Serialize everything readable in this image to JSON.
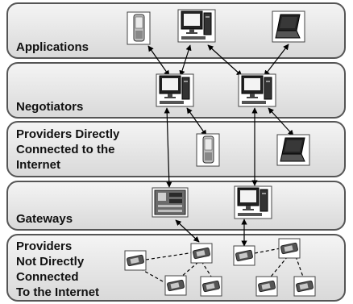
{
  "layers": [
    {
      "id": "applications",
      "label": "Applications"
    },
    {
      "id": "negotiators",
      "label": "Negotiators"
    },
    {
      "id": "direct_providers",
      "label": "Providers Directly\nConnected to the\nInternet"
    },
    {
      "id": "gateways",
      "label": "Gateways"
    },
    {
      "id": "indirect_providers",
      "label": "Providers\nNot Directly\nConnected\nTo the Internet"
    }
  ],
  "colors": {
    "band_border": "#555555",
    "band_top": "#f4f4f4",
    "band_bottom": "#d9d9d9",
    "line": "#000000"
  },
  "icons": [
    "pda-icon",
    "desktop-computer-icon",
    "laptop-icon",
    "motherboard-icon",
    "sensor-board-icon"
  ]
}
